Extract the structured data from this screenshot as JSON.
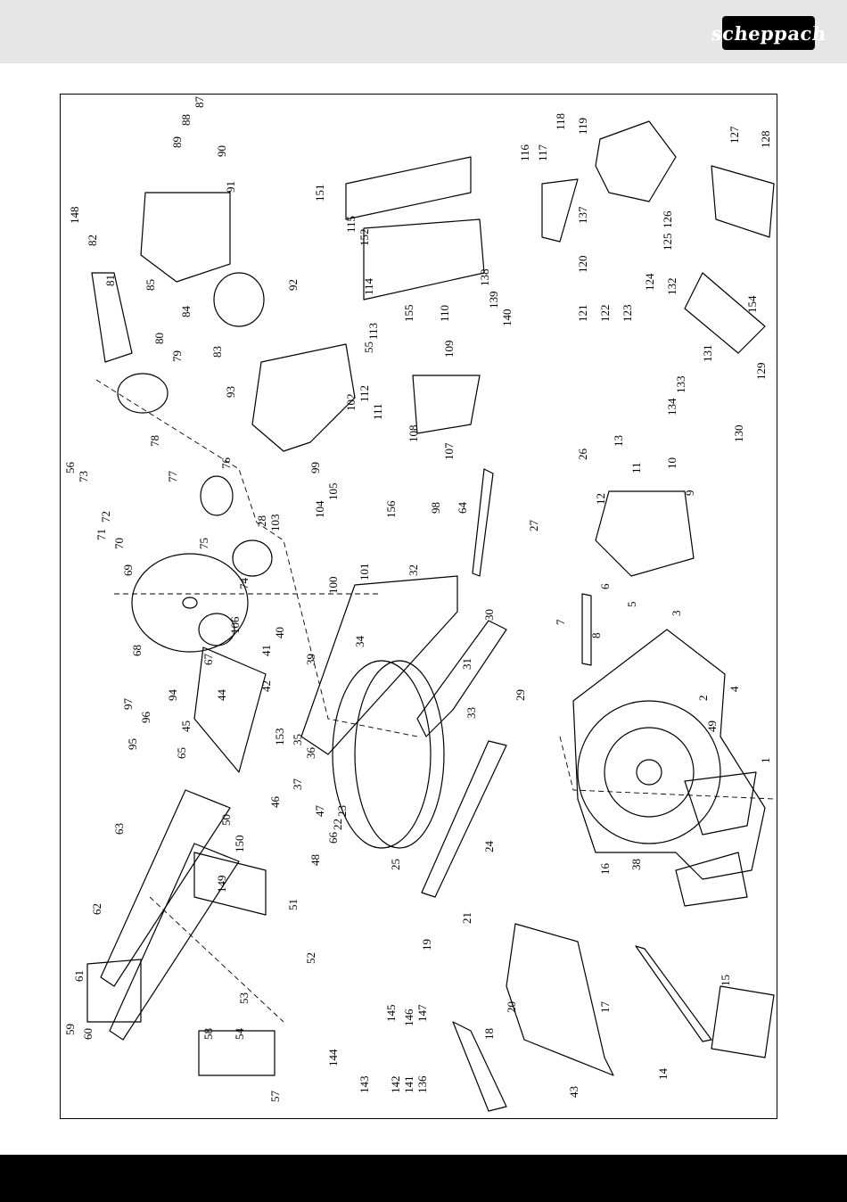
{
  "header": {
    "brand": "scheppach",
    "colors": {
      "band": "#e6e6e6",
      "logo_bg": "#000000",
      "logo_text": "#ffffff",
      "footer": "#000000"
    }
  },
  "diagram": {
    "kind": "exploded parts drawing",
    "part_numbers": [
      "1",
      "2",
      "3",
      "4",
      "5",
      "6",
      "7",
      "8",
      "9",
      "10",
      "11",
      "12",
      "13",
      "14",
      "15",
      "16",
      "17",
      "18",
      "19",
      "20",
      "21",
      "22",
      "23",
      "24",
      "25",
      "26",
      "27",
      "28",
      "29",
      "30",
      "31",
      "32",
      "33",
      "34",
      "35",
      "36",
      "37",
      "38",
      "39",
      "40",
      "41",
      "42",
      "43",
      "44",
      "45",
      "46",
      "47",
      "48",
      "49",
      "50",
      "51",
      "52",
      "53",
      "54",
      "55",
      "56",
      "57",
      "58",
      "59",
      "60",
      "61",
      "62",
      "63",
      "64",
      "65",
      "66",
      "67",
      "68",
      "69",
      "70",
      "71",
      "72",
      "73",
      "74",
      "75",
      "76",
      "77",
      "78",
      "79",
      "80",
      "81",
      "82",
      "83",
      "84",
      "85",
      "87",
      "88",
      "89",
      "90",
      "91",
      "92",
      "93",
      "94",
      "95",
      "96",
      "97",
      "98",
      "99",
      "100",
      "101",
      "102",
      "103",
      "104",
      "105",
      "106",
      "107",
      "108",
      "109",
      "110",
      "111",
      "112",
      "113",
      "114",
      "115",
      "116",
      "117",
      "118",
      "119",
      "120",
      "121",
      "122",
      "123",
      "124",
      "125",
      "126",
      "127",
      "128",
      "129",
      "130",
      "131",
      "132",
      "133",
      "134",
      "136",
      "137",
      "138",
      "139",
      "140",
      "141",
      "142",
      "143",
      "144",
      "145",
      "146",
      "147",
      "148",
      "149",
      "150",
      "151",
      "152",
      "153",
      "154",
      "155",
      "156"
    ]
  }
}
